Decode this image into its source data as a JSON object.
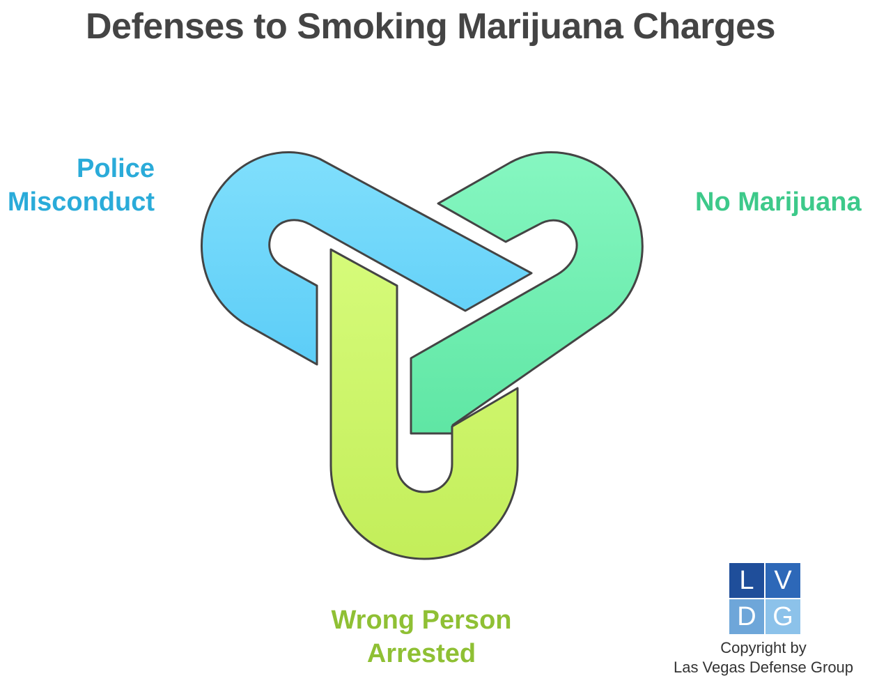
{
  "title": "Defenses to Smoking Marijuana Charges",
  "links": [
    {
      "label_line1": "Police",
      "label_line2": "Misconduct",
      "color": "#2aabd9",
      "fill_top": "#80dffc",
      "fill_bottom": "#5ccdf7"
    },
    {
      "label_line1": "No Marijuana",
      "color": "#3dc98a",
      "fill_top": "#86f7c1",
      "fill_bottom": "#5fe6a4"
    },
    {
      "label_line1": "Wrong Person",
      "label_line2": "Arrested",
      "color": "#8fc034",
      "fill_top": "#d6fb7a",
      "fill_bottom": "#c3ee5a"
    }
  ],
  "logo": {
    "letters": [
      "L",
      "V",
      "D",
      "G"
    ],
    "colors": [
      "#1f4e9a",
      "#2d68b8",
      "#6ea6d9",
      "#8cc2ea"
    ]
  },
  "copyright": {
    "line1": "Copyright by",
    "line2": "Las Vegas Defense Group"
  },
  "outline_color": "#444444"
}
